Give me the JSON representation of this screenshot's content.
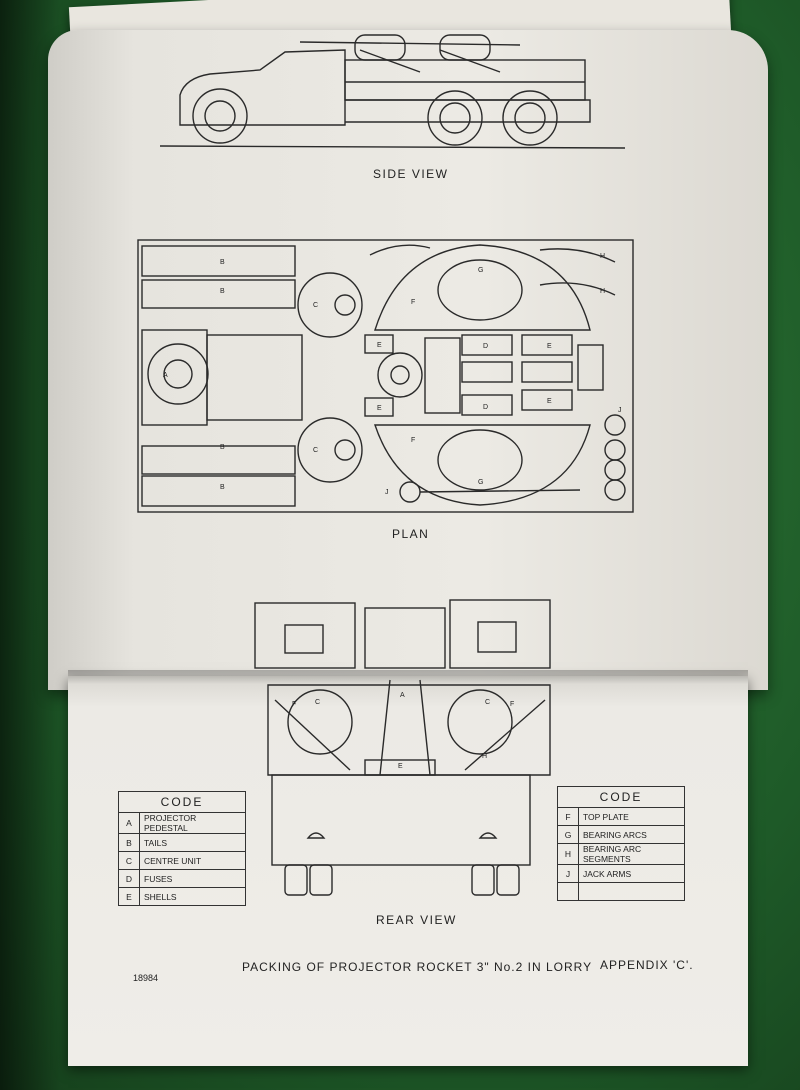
{
  "views": {
    "side": "SIDE VIEW",
    "plan": "PLAN",
    "rear": "REAR VIEW"
  },
  "code_left": {
    "title": "CODE",
    "rows": [
      {
        "key": "A",
        "label": "PROJECTOR PEDESTAL"
      },
      {
        "key": "B",
        "label": "TAILS"
      },
      {
        "key": "C",
        "label": "CENTRE UNIT"
      },
      {
        "key": "D",
        "label": "FUSES"
      },
      {
        "key": "E",
        "label": "SHELLS"
      }
    ]
  },
  "code_right": {
    "title": "CODE",
    "rows": [
      {
        "key": "F",
        "label": "TOP PLATE"
      },
      {
        "key": "G",
        "label": "BEARING ARCS"
      },
      {
        "key": "H",
        "label": "BEARING ARC SEGMENTS"
      },
      {
        "key": "J",
        "label": "JACK ARMS"
      },
      {
        "key": "",
        "label": ""
      }
    ]
  },
  "footer": {
    "doc_number": "18984",
    "caption": "PACKING OF PROJECTOR  ROCKET 3\" No.2 IN LORRY",
    "appendix": "APPENDIX 'C'."
  },
  "plan_labels": {
    "A": "A",
    "B": "B",
    "C": "C",
    "D": "D",
    "E": "E",
    "F": "F",
    "G": "G",
    "H": "H",
    "J": "J"
  }
}
